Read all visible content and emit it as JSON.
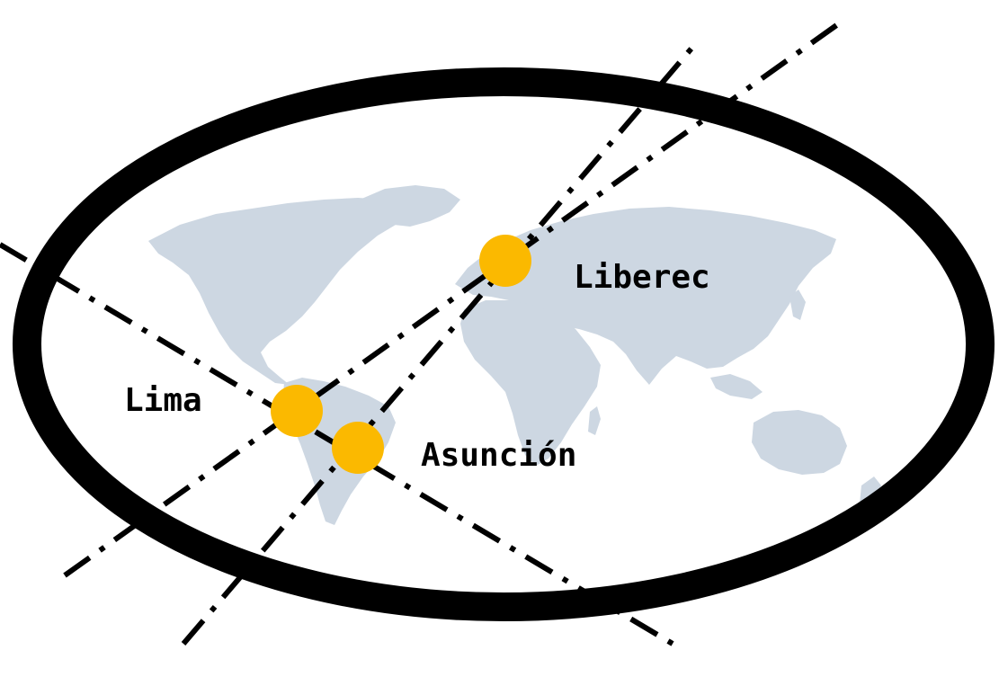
{
  "map": {
    "land_color": "#cdd7e2",
    "ellipse_color": "#000000",
    "line_color": "#000000",
    "marker_color": "#fbb900",
    "label_color": "#000000",
    "cities": [
      {
        "label": "Liberec"
      },
      {
        "label": "Lima"
      },
      {
        "label": "Asunción"
      }
    ]
  }
}
